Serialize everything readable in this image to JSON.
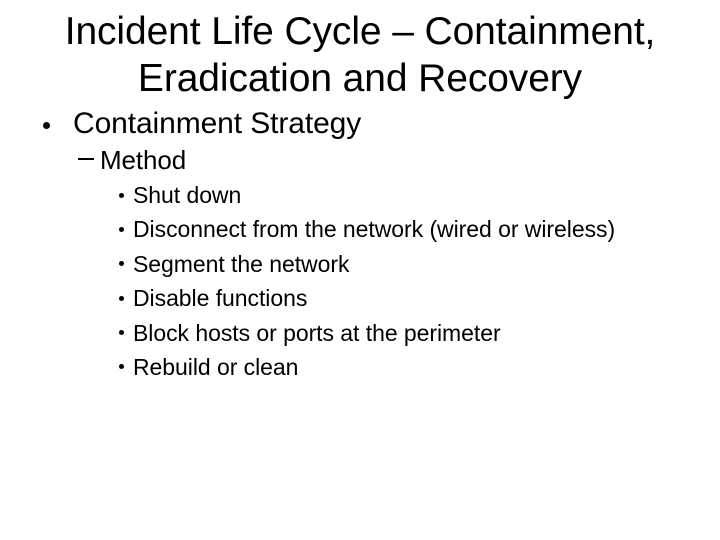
{
  "slide": {
    "background_color": "#ffffff",
    "text_color": "#000000",
    "title": {
      "line1": "Incident Life Cycle – Containment,",
      "line2": "Eradication and Recovery"
    },
    "outline": [
      {
        "level": 1,
        "bullet": "round-bullet",
        "text": "Containment Strategy"
      },
      {
        "level": 2,
        "bullet": "en-dash-bullet",
        "text": "Method"
      },
      {
        "level": 3,
        "bullet": "round-bullet",
        "text": "Shut down"
      },
      {
        "level": 3,
        "bullet": "round-bullet",
        "text": "Disconnect from the network (wired or wireless)"
      },
      {
        "level": 3,
        "bullet": "round-bullet",
        "text": "Segment the network"
      },
      {
        "level": 3,
        "bullet": "round-bullet",
        "text": "Disable functions"
      },
      {
        "level": 3,
        "bullet": "round-bullet",
        "text": "Block hosts or ports at the perimeter"
      },
      {
        "level": 3,
        "bullet": "round-bullet",
        "text": "Rebuild or clean"
      }
    ]
  }
}
